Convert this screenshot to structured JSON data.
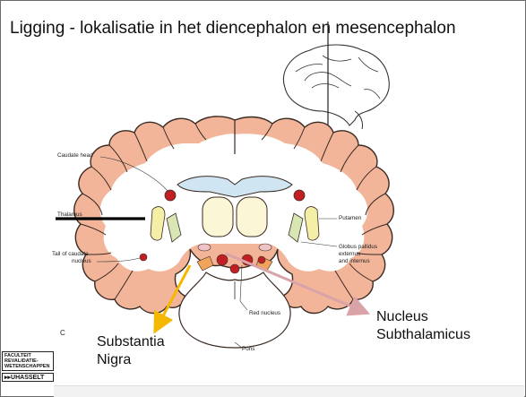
{
  "slide": {
    "title": "Ligging - lokalisatie in het diencephalon en mesencephalon"
  },
  "figure_labels": {
    "caudate_head": "Caudate head",
    "thalamus": "Thalamus",
    "tail_of_caudate_line1": "Tail of caudate",
    "tail_of_caudate_line2": "nucleus",
    "putamen": "Putamen",
    "globus_pallidus_line1": "Globus pallidus",
    "globus_pallidus_line2": "externus",
    "globus_pallidus_line3": "and internus",
    "red_nucleus": "Red nucleus",
    "pons": "Pons",
    "panel_letter": "C"
  },
  "annotations": {
    "substantia_line1": "Substantia",
    "substantia_line2": "Nigra",
    "nucleus_line1": "Nucleus",
    "nucleus_line2": "Subthalamicus"
  },
  "logo": {
    "line1": "FACULTEIT",
    "line2": "REVALIDATIE-",
    "line3": "WETENSCHAPPEN",
    "brand": "▸▸UHASSELT"
  },
  "colors": {
    "cortex": "#f2b59a",
    "ventricle": "#cfe6f2",
    "thalamus": "#fbf6d6",
    "putamen": "#f4eea6",
    "pallidus": "#d8e6b4",
    "red_nucleus": "#c01f24",
    "substantia_arrow": "#f5b800",
    "subthalamic_arrow": "#d9a3a8"
  }
}
